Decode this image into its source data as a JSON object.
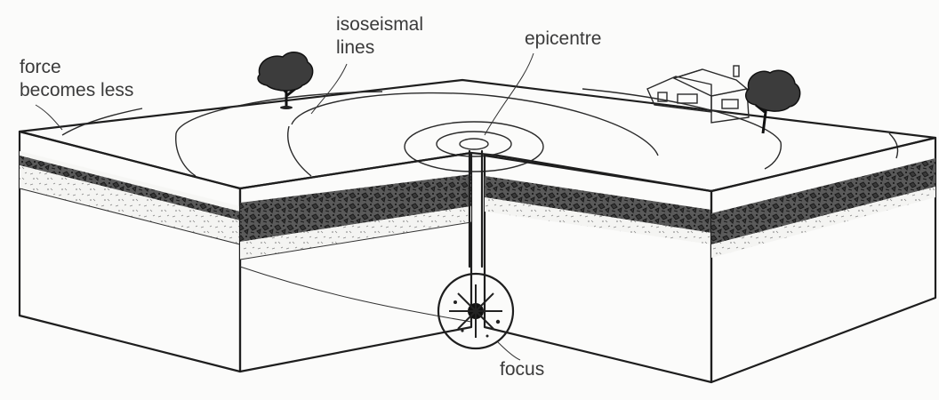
{
  "labels": {
    "force": "force",
    "becomes_less": "becomes less",
    "isoseismal": "isoseismal",
    "lines": "lines",
    "epicentre": "epicentre",
    "focus": "focus"
  }
}
